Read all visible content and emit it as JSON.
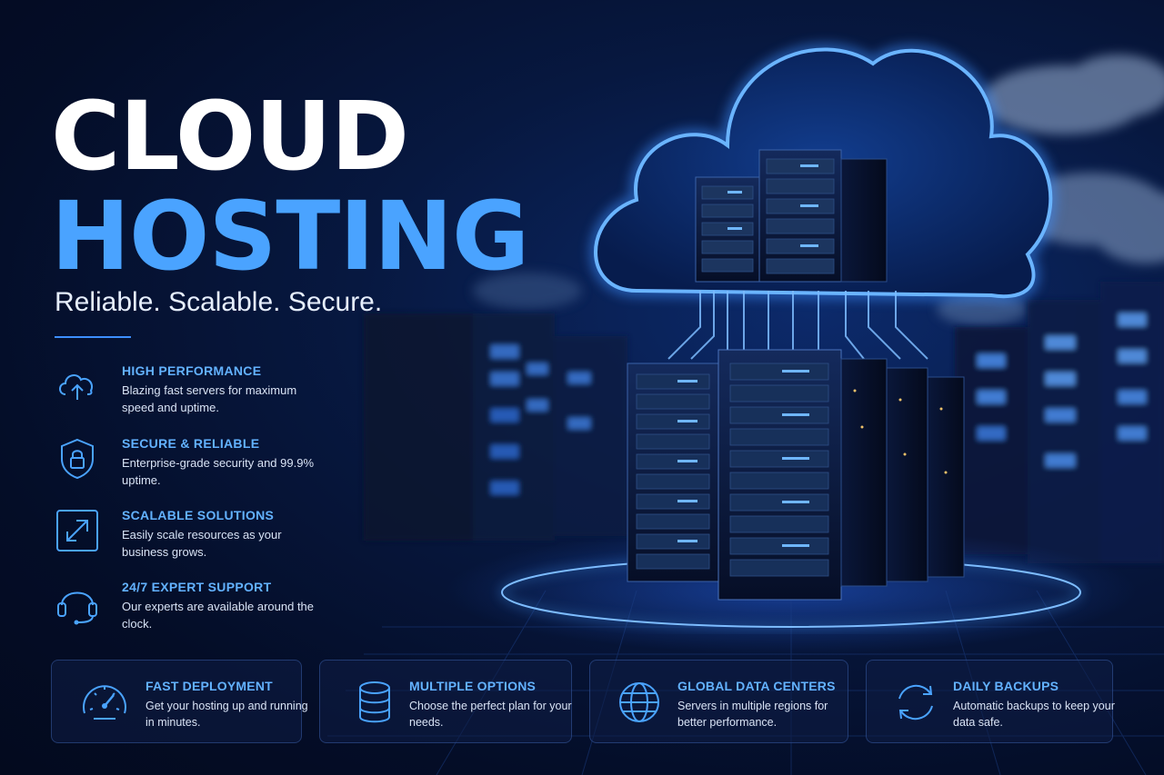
{
  "hero": {
    "title_line1": "CLOUD",
    "title_line2": "HOSTING",
    "tagline": "Reliable. Scalable. Secure."
  },
  "features": [
    {
      "icon": "cloud-upload-icon",
      "title": "HIGH PERFORMANCE",
      "desc": "Blazing fast servers for maximum speed and uptime."
    },
    {
      "icon": "shield-lock-icon",
      "title": "SECURE & RELIABLE",
      "desc": "Enterprise-grade security and 99.9% uptime."
    },
    {
      "icon": "scale-arrows-icon",
      "title": "SCALABLE SOLUTIONS",
      "desc": "Easily scale resources as your business grows."
    },
    {
      "icon": "headset-icon",
      "title": "24/7 EXPERT SUPPORT",
      "desc": "Our experts are available around the clock."
    }
  ],
  "cards": [
    {
      "icon": "speedometer-icon",
      "title": "FAST DEPLOYMENT",
      "desc": "Get your hosting up and running in minutes."
    },
    {
      "icon": "database-icon",
      "title": "MULTIPLE OPTIONS",
      "desc": "Choose the perfect plan for your needs."
    },
    {
      "icon": "globe-icon",
      "title": "GLOBAL DATA CENTERS",
      "desc": "Servers in multiple regions for better performance."
    },
    {
      "icon": "sync-icon",
      "title": "DAILY BACKUPS",
      "desc": "Automatic backups to keep your data safe."
    }
  ],
  "colors": {
    "accent": "#4aa3ff",
    "feature_title": "#63b2ff",
    "background": "#061434",
    "glow": "#2f7bff"
  }
}
